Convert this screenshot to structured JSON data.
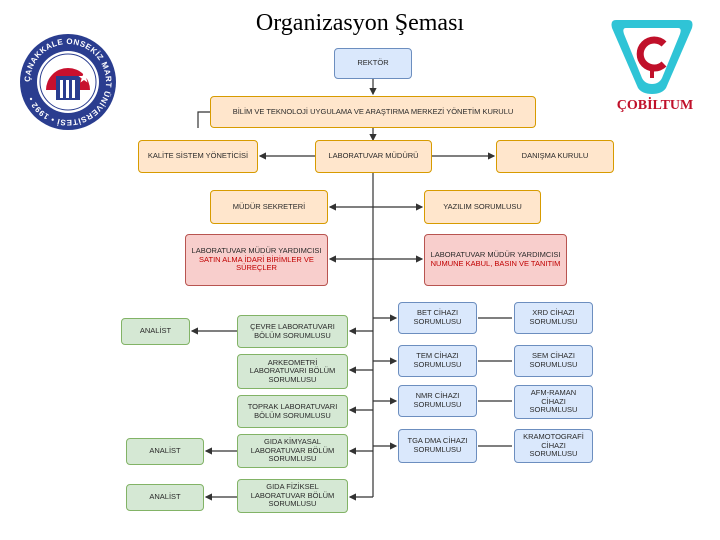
{
  "title": "Organizasyon Şeması",
  "brand": "ÇOBİLTUM",
  "seal_text": "ÇANAKKALE ONSEKİZ MART ÜNİVERSİTESİ • 1992 •",
  "nodes": {
    "rektor": "REKTÖR",
    "kurul": "BİLİM VE TEKNOLOJİ UYGULAMA VE ARAŞTIRMA MERKEZİ YÖNETİM KURULU",
    "kalite": "KALİTE SİSTEM YÖNETİCİSİ",
    "lab_muduru": "LABORATUVAR MÜDÜRÜ",
    "danisma": "DANIŞMA KURULU",
    "sekreter": "MÜDÜR SEKRETERİ",
    "yazilim": "YAZILIM SORUMLUSU",
    "yardimci1_title": "LABORATUVAR MÜDÜR YARDIMCISI",
    "yardimci1_sub": "SATIN ALMA İDARİ BİRİMLER VE SÜREÇLER",
    "yardimci2_title": "LABORATUVAR MÜDÜR YARDIMCISI",
    "yardimci2_sub": "NUMUNE KABUL, BASIN VE TANITIM",
    "cevre": "ÇEVRE LABORATUVARI BÖLÜM SORUMLUSU",
    "arkeometri": "ARKEOMETRİ LABORATUVARI BÖLÜM SORUMLUSU",
    "toprak": "TOPRAK LABORATUVARI BÖLÜM SORUMLUSU",
    "gida_kimyasal": "GIDA KİMYASAL LABORATUVAR BÖLÜM SORUMLUSU",
    "gida_fiziksel": "GIDA FİZİKSEL LABORATUVAR BÖLÜM SORUMLUSU",
    "analist1": "ANALİST",
    "analist2": "ANALİST",
    "analist3": "ANALİST",
    "bet": "BET CİHAZI SORUMLUSU",
    "xrd": "XRD CİHAZI SORUMLUSU",
    "tem": "TEM CİHAZI SORUMLUSU",
    "sem": "SEM CİHAZI SORUMLUSU",
    "nmr": "NMR CİHAZI SORUMLUSU",
    "afm": "AFM-RAMAN CİHAZI SORUMLUSU",
    "tga": "TGA DMA CİHAZI SORUMLUSU",
    "kromatografi": "KRAMOTOGRAFİ CİHAZI SORUMLUSU"
  },
  "colors": {
    "blue_fill": "#dae8fc",
    "orange_fill": "#ffe6cc",
    "pink_fill": "#f8cecc",
    "green_fill": "#d5e8d4",
    "brand_red": "#c0102a",
    "logo_cyan": "#2fc4d6",
    "seal_blue": "#2a3d8f"
  }
}
